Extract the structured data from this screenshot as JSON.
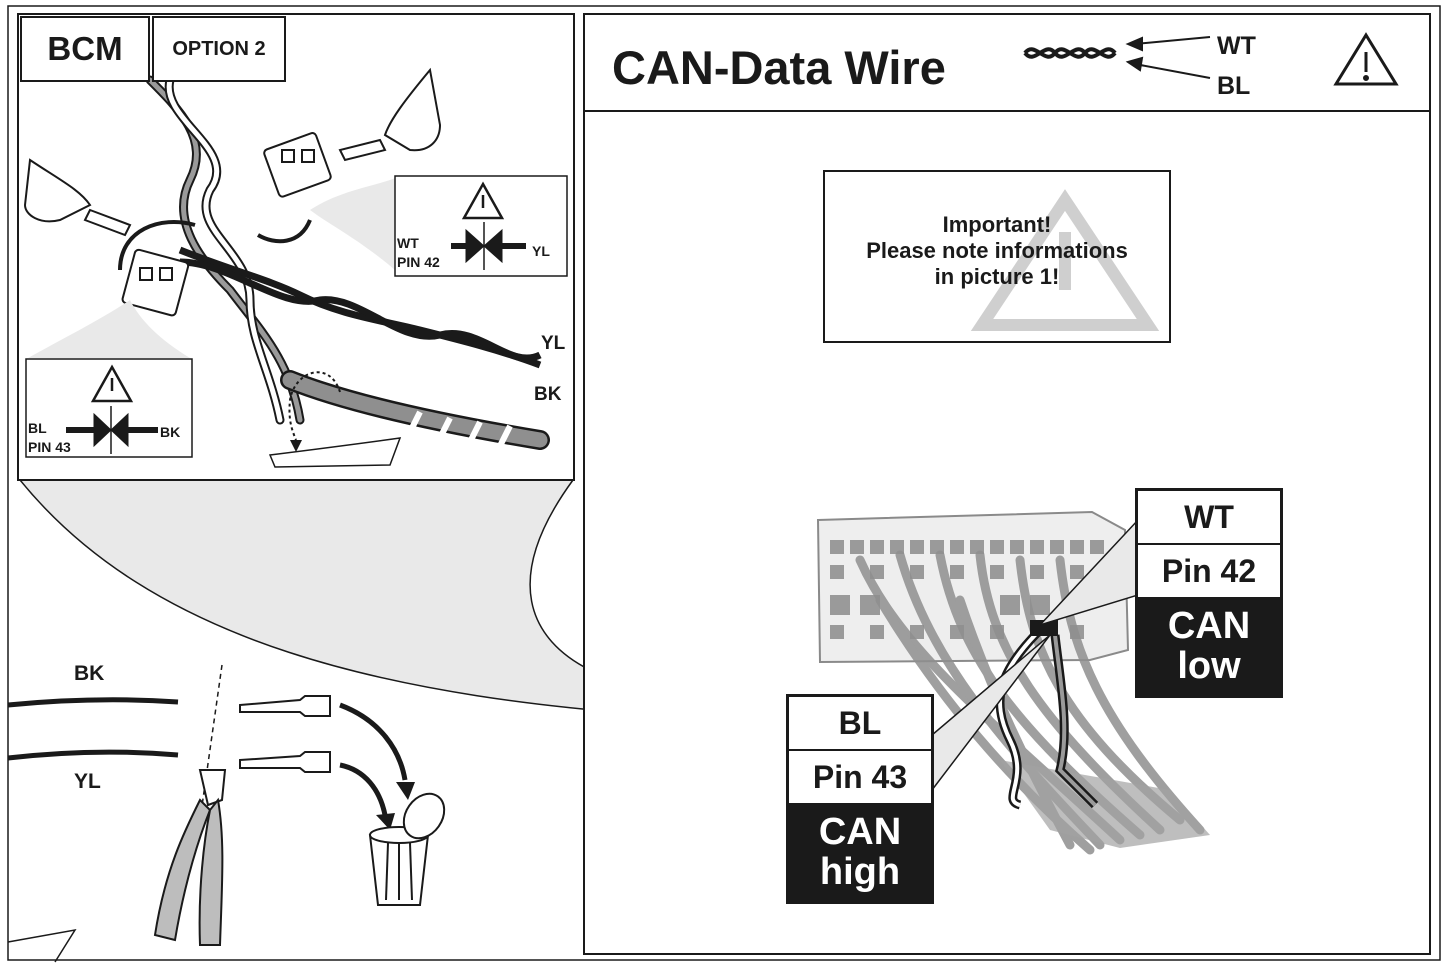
{
  "left_panel": {
    "title": "BCM",
    "option": "OPTION 2",
    "warn_top": {
      "left_top": "WT",
      "left_bottom": "PIN 42",
      "right": "YL"
    },
    "warn_bottom": {
      "left_top": "BL",
      "left_bottom": "PIN 43",
      "right": "BK"
    },
    "twisted_pair": {
      "top": "YL",
      "bottom": "BK"
    }
  },
  "cut_section": {
    "wire_top": "BK",
    "wire_bottom": "YL"
  },
  "right_panel": {
    "title": "CAN-Data Wire",
    "legend_top": "WT",
    "legend_bottom": "BL",
    "note_line1": "Important!",
    "note_line2": "Please note informations",
    "note_line3": "in picture 1!"
  },
  "pin_wt": {
    "color": "WT",
    "pin": "Pin 42",
    "can_1": "CAN",
    "can_2": "low"
  },
  "pin_bl": {
    "color": "BL",
    "pin": "Pin 43",
    "can_1": "CAN",
    "can_2": "high"
  },
  "colors": {
    "ink": "#1a1a1a",
    "grey_fill": "#e6e6e6",
    "mid_grey": "#9a9a9a"
  }
}
